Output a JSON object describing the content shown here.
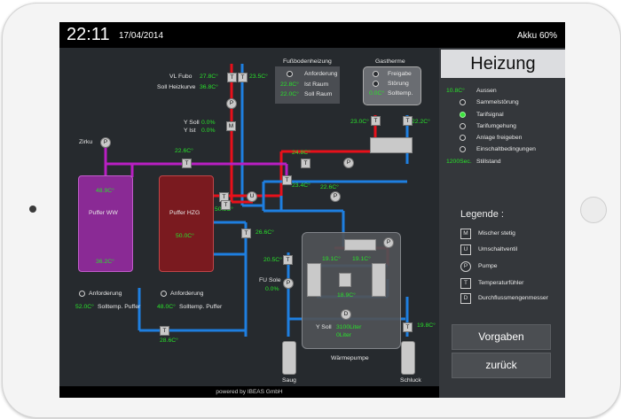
{
  "statusbar": {
    "time": "22:11",
    "date": "17/04/2014",
    "battery": "Akku 60%"
  },
  "footer": "powered by IBEAS GmbH",
  "side": {
    "title": "Heizung",
    "status": [
      {
        "value": "10.8C°",
        "label": "Aussen"
      },
      {
        "label": "Sammelstörung"
      },
      {
        "label": "Tarifsignal"
      },
      {
        "label": "Tarifumgehung"
      },
      {
        "label": "Anlage freigeben"
      },
      {
        "label": "Einschaltbedingungen"
      },
      {
        "value": "1200Sec.",
        "label": "Stillstand"
      }
    ],
    "legend_title": "Legende :",
    "legend": [
      {
        "sym": "M",
        "label": "Mischer stetig"
      },
      {
        "sym": "U",
        "label": "Umschaltventil"
      },
      {
        "sym": "P",
        "label": "Pumpe"
      },
      {
        "sym": "T",
        "label": "Temperaturfühler"
      },
      {
        "sym": "D",
        "label": "Durchflussmengenmesser"
      }
    ],
    "btn_vorgaben": "Vorgaben",
    "btn_zurueck": "zurück"
  },
  "fbh": {
    "title": "Fußbodenheizung",
    "anforderung": "Anforderung",
    "ist_val": "22.8C°",
    "ist_label": "Ist Raum",
    "soll_val": "22.0C°",
    "soll_label": "Soll Raum"
  },
  "gas": {
    "title": "Gastherme",
    "freigabe": "Freigabe",
    "stoerung": "Störung",
    "soll_val": "0.0C°",
    "soll_label": "Solltemp."
  },
  "labels": {
    "vl_fubo": "VL Fubo",
    "vl_fubo_val": "27.8C°",
    "vl_right": "23.5C°",
    "soll_hk": "Soll Heizkurve",
    "soll_hk_val": "36.8C°",
    "y_soll": "Y Soll",
    "y_soll_val": "0.0%",
    "y_ist": "Y Ist",
    "y_ist_val": "0.0%",
    "zirku": "Zirku",
    "t_226": "22.6C°",
    "t_248": "24.8C°",
    "t_234": "23.4C°",
    "t_226b": "22.6C°",
    "gas_l": "23.0C°",
    "gas_r": "22.2C°",
    "t_503": "50.3C°",
    "t_266": "26.6C°",
    "t_205": "20.5C°",
    "fu_sole": "FU Sole",
    "fu_sole_val": "0.0%",
    "wp_191a": "19.1C°",
    "wp_191b": "19.1C°",
    "wp_189": "18.9C°",
    "y_soll2": "Y Soll",
    "y_soll2_val": "3100Liter",
    "liter": "0Liter",
    "waermepumpe": "Wärmepumpe",
    "t_198": "19.8C°",
    "saug": "Saug",
    "schluck": "Schluck",
    "t_286": "28.6C°"
  },
  "puffer_ww": {
    "name": "Puffer WW",
    "top": "48.9C°",
    "bottom": "36.2C°",
    "anf": "Anforderung",
    "soll_val": "52.0C°",
    "soll_label": "Solltemp. Puffer"
  },
  "puffer_hzg": {
    "name": "Puffer HZG",
    "top": "50.0C°",
    "anf": "Anforderung",
    "soll_val": "48.0C°",
    "soll_label": "Solltemp. Puffer"
  },
  "colors": {
    "hot": "#e8101a",
    "cold": "#1e7fe0",
    "ww": "#b81fc2"
  }
}
